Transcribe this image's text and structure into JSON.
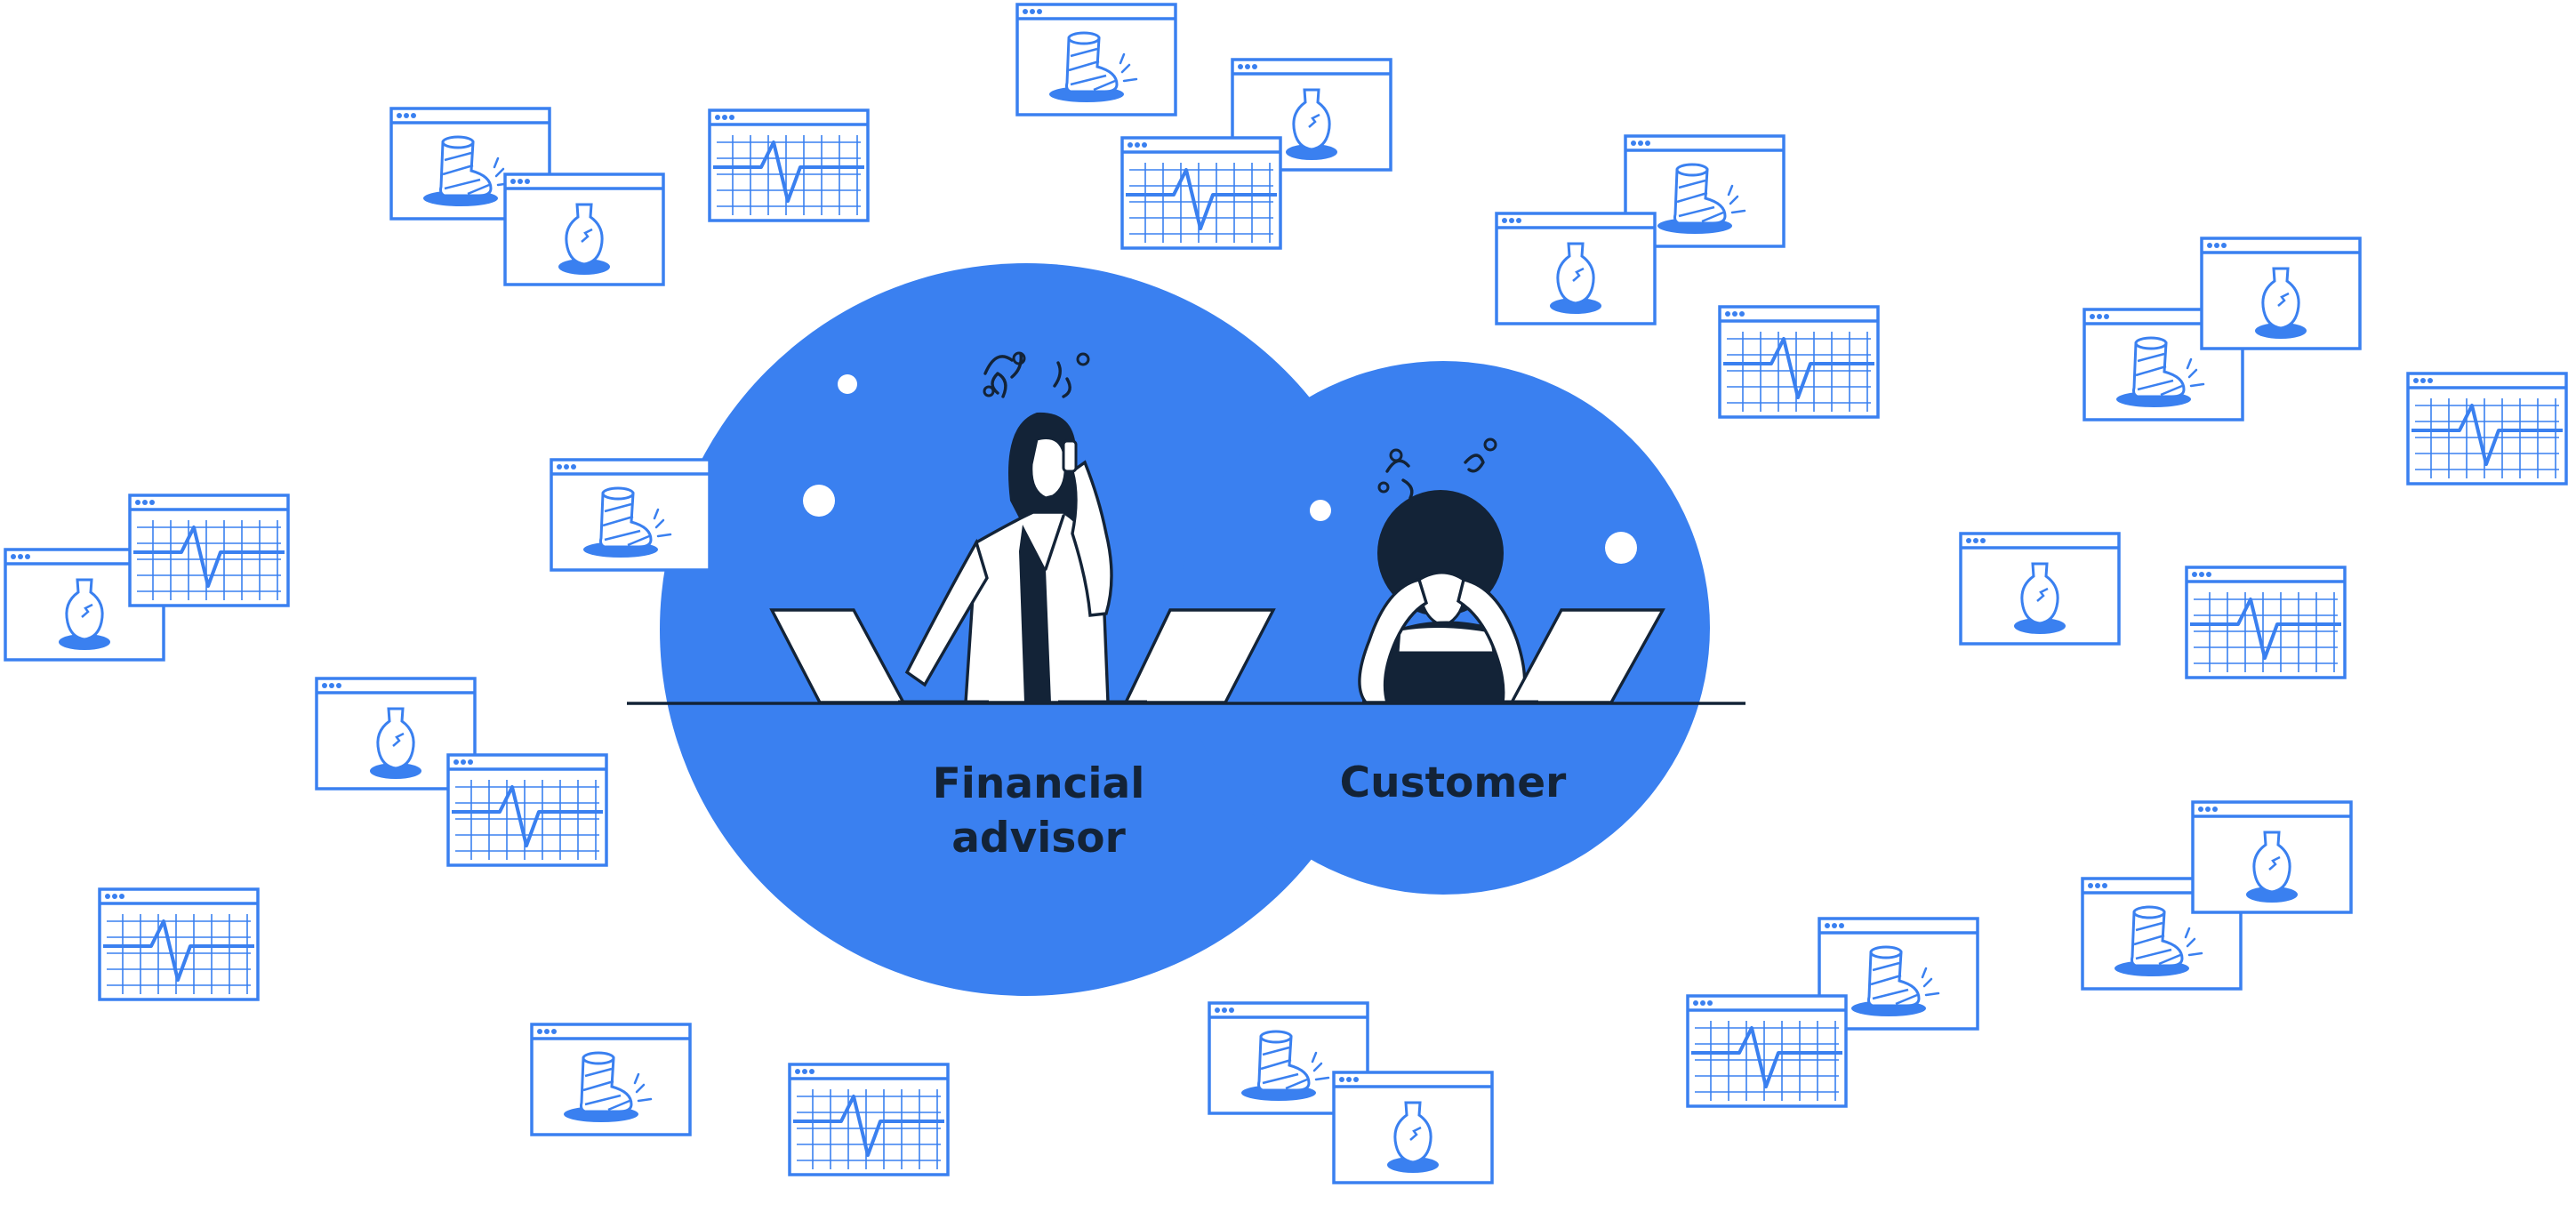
{
  "colors": {
    "accent": "#3a80f0",
    "ink": "#132337",
    "background": "#ffffff"
  },
  "labels": {
    "advisor_line1": "Financial",
    "advisor_line2": "advisor",
    "customer": "Customer"
  },
  "icons": {
    "pulse_window": "heart-rate-chart-icon",
    "vase_window": "broken-vase-icon",
    "leg_window": "broken-leg-cast-icon"
  }
}
